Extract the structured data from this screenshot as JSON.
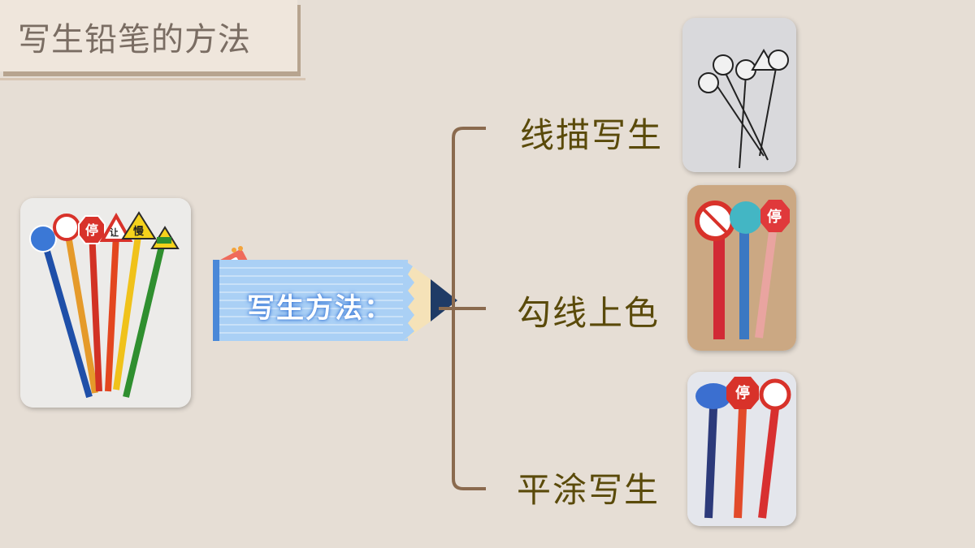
{
  "slide": {
    "title": "写生铅笔的方法",
    "center_label": "写生方法：",
    "branches": [
      {
        "label": "线描写生"
      },
      {
        "label": "勾线上色"
      },
      {
        "label": "平涂写生"
      }
    ]
  },
  "sign_text": {
    "stop": "停",
    "yield": "让",
    "slow": "慢"
  },
  "colors": {
    "background": "#e6ded5",
    "label_text": "#5a4a0a",
    "bracket": "#8a6a4e",
    "pencil_body": "#9ec6ef",
    "pencil_tip": "#1f3b66"
  },
  "icons": {
    "notepad": "notepad-icon",
    "pencil": "pencil-shape"
  }
}
